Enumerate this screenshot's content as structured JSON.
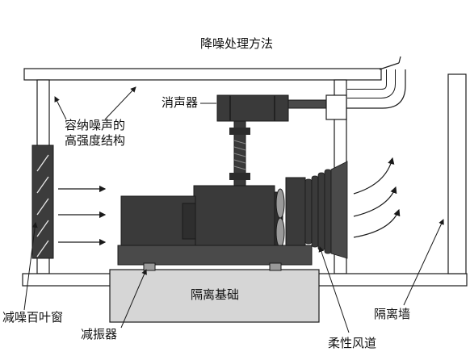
{
  "title": "降噪处理方法",
  "labels": {
    "muffler": "消声器",
    "structure_line1": "容纳噪声的",
    "structure_line2": "高强度结构",
    "louver": "减噪百叶窗",
    "foundation": "隔离基础",
    "isolator": "减振器",
    "duct": "柔性风道",
    "wall": "隔离墙"
  },
  "colors": {
    "outline": "#1a1a1a",
    "frame_fill": "#ffffff",
    "foundation_fill": "#d6d6d6",
    "machine_fill": "#3a3a3a",
    "base_fill": "#4a4a4a",
    "mount_fill": "#9a9a9a",
    "louver_fill": "#3c3c3c"
  }
}
